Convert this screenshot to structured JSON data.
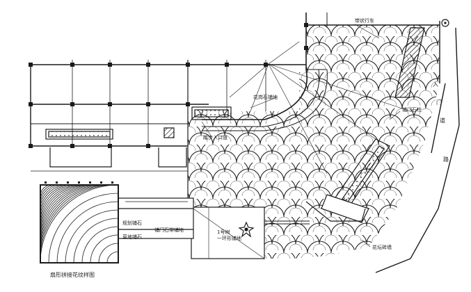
{
  "colors": {
    "ink": "#1a1a1a",
    "paper": "#ffffff",
    "grey": "#555555"
  },
  "labels": {
    "top_right_corner": "带状行车",
    "flower_bed": "花岗石铺地",
    "entrance_ramp": "踏步入口道",
    "gate_pillar": "铺门石柱",
    "lawn_note": "规划铺石",
    "grass_paving": "草地铺石",
    "gate_paving": "铺门石带铺地",
    "tree_pit": "1号树\n一环形铺地",
    "planting": "花坛砖墙",
    "pattern_caption": "扇形拼接花纹样图",
    "gate_road_1": "入",
    "gate_road_2": "门",
    "gate_road_3": "道",
    "gate_road_4": "路"
  },
  "icons": {
    "north": "north-arrow-icon",
    "tree": "tree-symbol-icon"
  }
}
